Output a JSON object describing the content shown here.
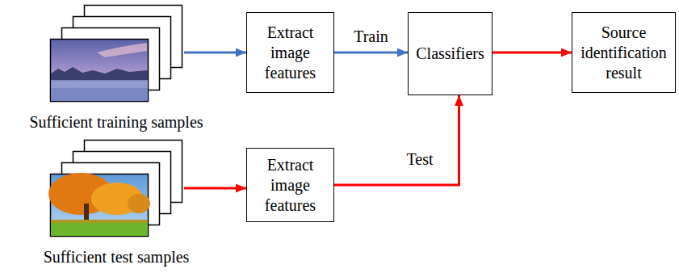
{
  "diagram": {
    "nodes": [
      {
        "text": [
          "Sufficient training samples"
        ]
      },
      {
        "text": [
          "Extract image features"
        ]
      },
      {
        "text": [
          "Classifiers"
        ]
      },
      {
        "text": [
          "Source identification result"
        ]
      },
      {
        "text": [
          "Sufficient test samples"
        ]
      },
      {
        "text": [
          "Extract image features"
        ]
      }
    ],
    "edges": [
      {
        "from": 0,
        "to": 1,
        "arrow": "to"
      },
      {
        "from": 1,
        "to": 2,
        "label": "Train",
        "arrow": "to"
      },
      {
        "from": 2,
        "to": 3,
        "arrow": "to"
      },
      {
        "from": 4,
        "to": 5,
        "arrow": "to"
      },
      {
        "from": 5,
        "to": 2,
        "label": "Test",
        "arrow": "to"
      }
    ]
  }
}
